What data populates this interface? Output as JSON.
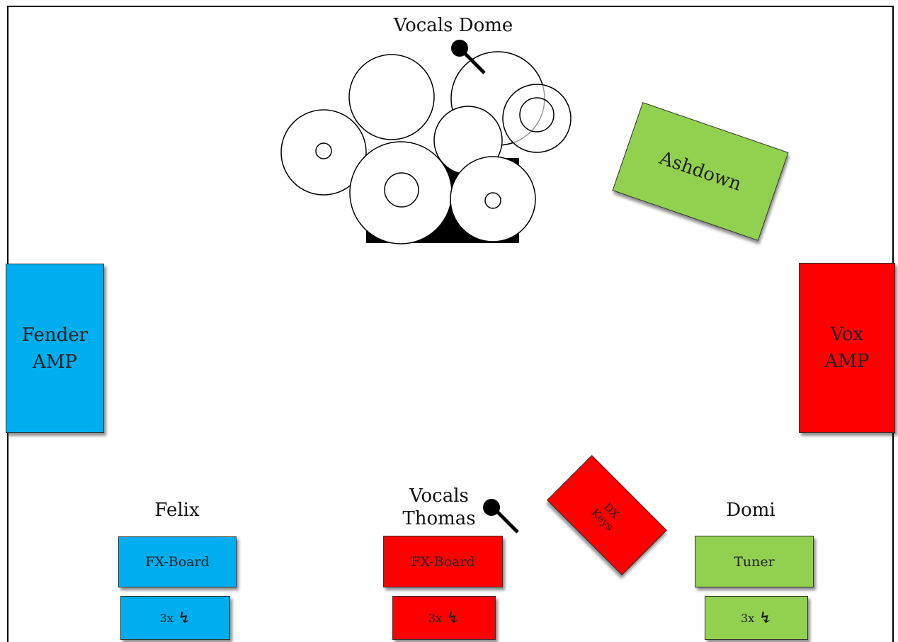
{
  "colors": {
    "blue": "#00aeef",
    "red": "#ff0000",
    "green": "#92d050"
  },
  "drums": {
    "label": "Vocals Dome"
  },
  "ashdown": {
    "label": "Ashdown"
  },
  "fender": {
    "label": "Fender\nAMP"
  },
  "vox": {
    "label": "Vox\nAMP"
  },
  "keys": {
    "label": "DX\nKeys"
  },
  "felix": {
    "name": "Felix",
    "board": "FX-Board",
    "power": "3x",
    "power_icon": "lightning-icon"
  },
  "thomas": {
    "name": "Vocals\nThomas",
    "board": "FX-Board",
    "power": "3x",
    "power_icon": "lightning-icon"
  },
  "domi": {
    "name": "Domi",
    "board": "Tuner",
    "power": "3x",
    "power_icon": "lightning-icon"
  }
}
